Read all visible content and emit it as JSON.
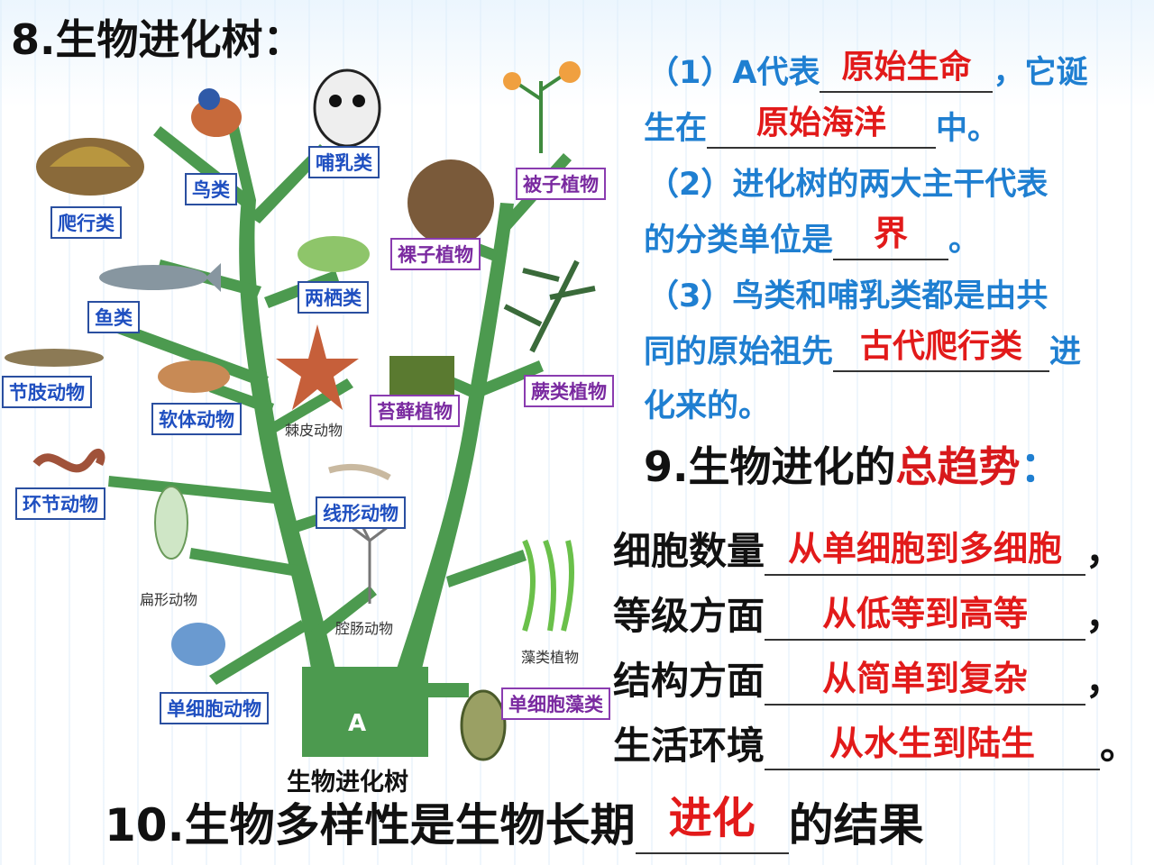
{
  "h8": "8.生物进化树：",
  "q1": {
    "a": "（1）A代表",
    "a_ans": "原始生命",
    "b": "，它诞",
    "c": "生在",
    "c_ans": "原始海洋",
    "d": "中。"
  },
  "q2": {
    "a": "（2）进化树的两大主干代表",
    "b": "的分类单位是",
    "b_ans": "界",
    "c": "。"
  },
  "q3": {
    "a": "（3）鸟类和哺乳类都是由共",
    "b": "同的原始祖先",
    "b_ans": "古代爬行类",
    "c": "进",
    "d": "化来的。"
  },
  "h9": {
    "a": "9.生物进化的",
    "b": "总趋势",
    "c": "："
  },
  "trends": [
    {
      "label": "细胞数量",
      "answer": "从单细胞到多细胞",
      "end": "，"
    },
    {
      "label": "等级方面",
      "answer": "从低等到高等",
      "end": "，"
    },
    {
      "label": "结构方面",
      "answer": "从简单到复杂",
      "end": "，"
    },
    {
      "label": "生活环境",
      "answer": "从水生到陆生",
      "end": "。"
    }
  ],
  "h10": {
    "a": "10.生物多样性是生物长期",
    "ans": "进化",
    "b": "的结果"
  },
  "tree": {
    "root": "A",
    "caption": "生物进化树",
    "labels": {
      "bird": "鸟类",
      "mammal": "哺乳类",
      "reptile": "爬行类",
      "angiosperm": "被子植物",
      "gymnosperm": "裸子植物",
      "amphibian": "两栖类",
      "fish": "鱼类",
      "arthropod": "节肢动物",
      "mollusk": "软体动物",
      "bryophyte": "苔藓植物",
      "fern": "蕨类植物",
      "echinoderm": "棘皮动物",
      "annelid": "环节动物",
      "nematode": "线形动物",
      "flatworm": "扁形动物",
      "coelenterate": "腔肠动物",
      "algae": "藻类植物",
      "protozoa": "单细胞动物",
      "unicellular_algae": "单细胞藻类"
    }
  }
}
